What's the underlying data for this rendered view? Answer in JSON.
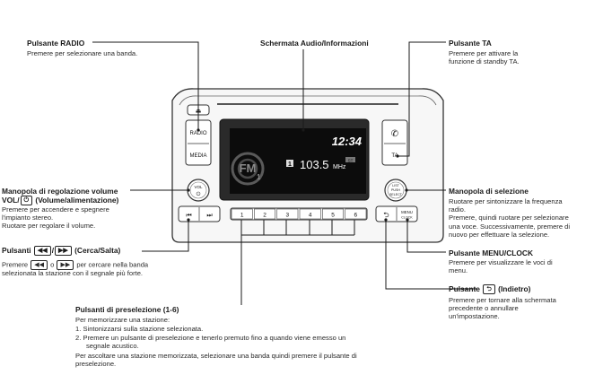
{
  "labels": {
    "radio": {
      "title": "Pulsante RADIO",
      "desc": "Premere per selezionare una banda."
    },
    "screen": {
      "title": "Schermata Audio/Informazioni"
    },
    "ta": {
      "title": "Pulsante TA",
      "desc1": "Premere per attivare la",
      "desc2": "funzione di standby TA."
    },
    "volume": {
      "title1": "Manopola di regolazione volume",
      "title2_a": "VOL/",
      "title2_b": " (Volume/alimentazione)",
      "desc1": "Premere per accendere e spegnere",
      "desc2": "l'impianto stereo.",
      "desc3": "Ruotare per regolare il volume."
    },
    "seek": {
      "title_a": "Pulsanti ",
      "title_b": " (Cerca/Salta)",
      "btn_left": "◀◀",
      "btn_right": "▶▶",
      "sep": "/",
      "desc1_a": "Premere ",
      "desc1_mid": " o ",
      "desc1_b": " per cercare nella banda",
      "desc2": "selezionata la stazione con il segnale più forte."
    },
    "selector": {
      "title": "Manopola di selezione",
      "desc": [
        "Ruotare per sintonizzare la frequenza",
        "radio.",
        "Premere, quindi ruotare per selezionare",
        "una voce. Successivamente, premere di",
        "nuovo per effettuare la selezione."
      ]
    },
    "menu": {
      "title": "Pulsante MENU/CLOCK",
      "desc1": "Premere per visualizzare le voci di",
      "desc2": "menu."
    },
    "back": {
      "title_a": "Pulsante ",
      "title_b": " (Indietro)",
      "btn": "⮌",
      "desc": [
        "Premere per tornare alla schermata",
        "precedente o annullare",
        "un'impostazione."
      ]
    },
    "preset": {
      "title": "Pulsanti di preselezione (1-6)",
      "intro": "Per memorizzare una stazione:",
      "step1": "1.  Sintonizzarsi sulla stazione selezionata.",
      "step2a": "2.  Premere un pulsante di preselezione e tenerlo premuto fino a quando viene emesso un",
      "step2b": "segnale acustico.",
      "outro1": "Per ascoltare una stazione memorizzata, selezionare una banda quindi premere il pulsante di",
      "outro2": "preselezione."
    }
  },
  "device": {
    "time": "12:34",
    "band": "FM",
    "band_sub": "1",
    "preset_no": "1",
    "freq": "103.5",
    "unit": "MHz",
    "rds": "ST",
    "radio_btn": "RADIO",
    "media_btn": "MEDIA",
    "ta_btn": "TA",
    "vol_btn": "VOL",
    "menu_btn_a": "MENU",
    "menu_btn_b": "CLOCK",
    "sel_a": "LIST",
    "sel_b": "PUSH",
    "sel_c": "SELECT",
    "presets": [
      "1",
      "2",
      "3",
      "4",
      "5",
      "6"
    ]
  }
}
